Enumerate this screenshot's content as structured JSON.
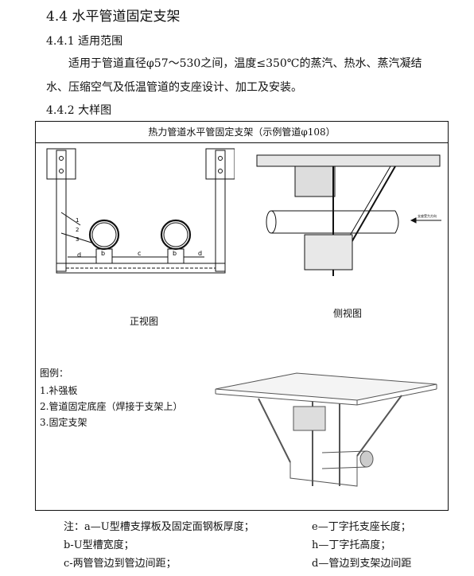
{
  "section": {
    "title": "4.4 水平管道固定支架",
    "sub1": "4.4.1 适用范围",
    "body_line1": "适用于管道直径φ57～530之间，温度≤350℃的蒸汽、热水、蒸汽凝结",
    "body_line2": "水、压缩空气及低温管道的支座设计、加工及安装。",
    "sub2": "4.4.2 大样图"
  },
  "figure": {
    "title": "热力管道水平管固定支架（示例管道φ108）",
    "front_caption": "正视图",
    "side_caption": "侧视图",
    "dim_d": "d",
    "dim_b": "b",
    "dim_c": "c",
    "callout_1": "1",
    "callout_2": "2",
    "callout_3": "3",
    "side_arrow_label": "支座受力方向",
    "legend": {
      "heading": "图例：",
      "items": [
        "1.补强板",
        "2.管道固定底座（焊接于支架上）",
        "3.固定支架"
      ]
    }
  },
  "notes": {
    "col1": [
      "注：a—U型槽支撑板及固定面钢板厚度；",
      "b-U型槽宽度；",
      "c-两管管边到管边间距；"
    ],
    "col2": [
      "e—丁字托支座长度；",
      "h—丁字托高度；",
      "d—管边到支架边间距"
    ]
  }
}
